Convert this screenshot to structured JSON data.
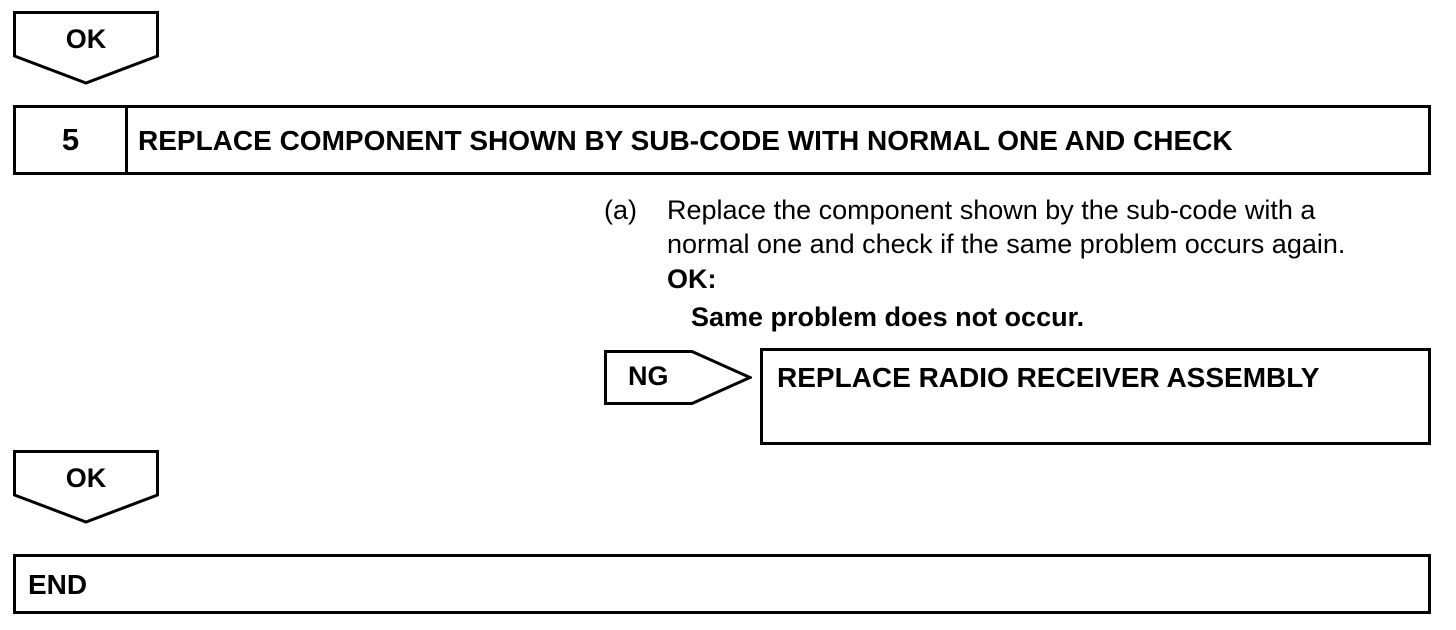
{
  "top_ok": {
    "label": "OK"
  },
  "step": {
    "number": "5",
    "title": "REPLACE COMPONENT SHOWN BY SUB-CODE WITH NORMAL ONE AND CHECK"
  },
  "instruction": {
    "marker": "(a)",
    "line1": "Replace the component shown by the sub-code with a",
    "line2": "normal one and check if the same problem occurs again.",
    "ok_heading": "OK:",
    "ok_condition": "Same problem does not occur."
  },
  "ng_branch": {
    "label": "NG",
    "action": "REPLACE RADIO RECEIVER ASSEMBLY"
  },
  "bottom_ok": {
    "label": "OK"
  },
  "end": {
    "label": "END"
  }
}
